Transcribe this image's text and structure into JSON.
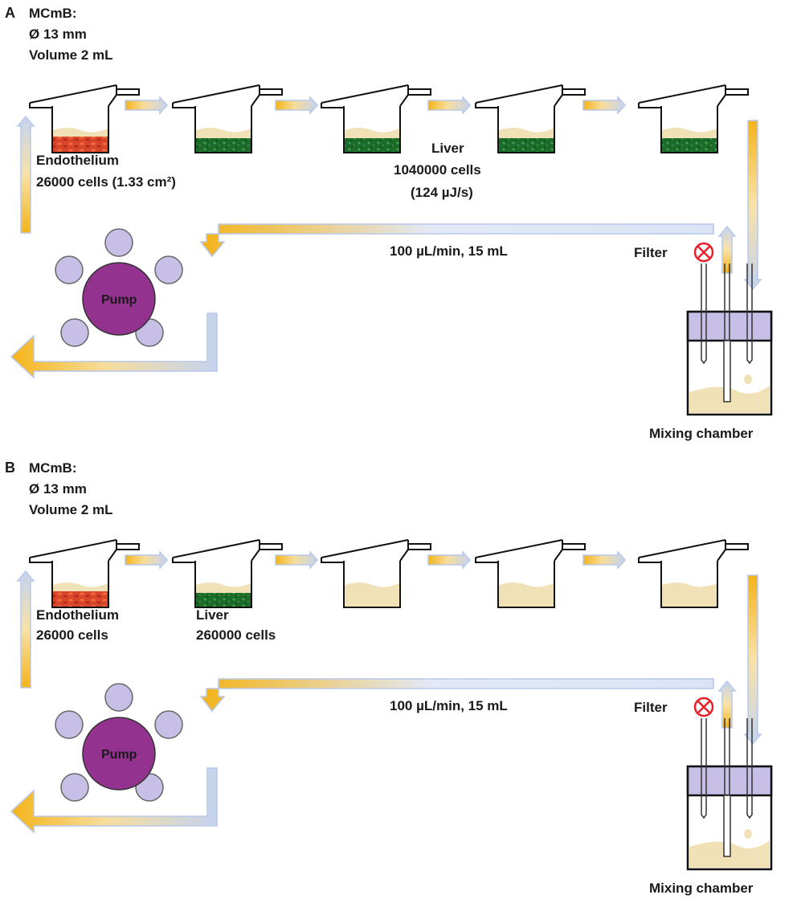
{
  "colors": {
    "medium": "#f0e2b6",
    "liver": "#1c6b2a",
    "endothelium": "#d8452a",
    "pump_body": "#93328f",
    "pump_roller": "#c8bfe7",
    "chamber_lid": "#c8bfe7",
    "flow_arrow_gold": "#f4b41a",
    "flow_arrow_blue": "#b8c8ea",
    "valve": "#e8202a"
  },
  "panels": [
    {
      "letter": "A",
      "mcmb": {
        "title": "MCmB:",
        "diameter": "Ø  13 mm",
        "volume": "Volume  2 mL"
      },
      "wells": [
        "endothelium",
        "liver",
        "liver",
        "liver",
        "liver"
      ],
      "endothelium": {
        "name": "Endothelium",
        "cells": "26000 cells  (1.33 cm²)"
      },
      "liver": {
        "name": "Liver",
        "cells": "1040000 cells",
        "extra": "(124 µJ/s)"
      },
      "flow": "100 µL/min,  15 mL",
      "filter": "Filter",
      "pump": "Pump",
      "mixing": "Mixing  chamber"
    },
    {
      "letter": "B",
      "mcmb": {
        "title": "MCmB:",
        "diameter": "Ø  13 mm",
        "volume": "Volume  2 mL"
      },
      "wells": [
        "endothelium",
        "liver",
        "empty",
        "empty",
        "empty"
      ],
      "endothelium": {
        "name": "Endothelium",
        "cells": "26000 cells"
      },
      "liver": {
        "name": "Liver",
        "cells": "260000 cells"
      },
      "flow": "100 µL/min,  15 mL",
      "filter": "Filter",
      "pump": "Pump",
      "mixing": "Mixing  chamber"
    }
  ]
}
